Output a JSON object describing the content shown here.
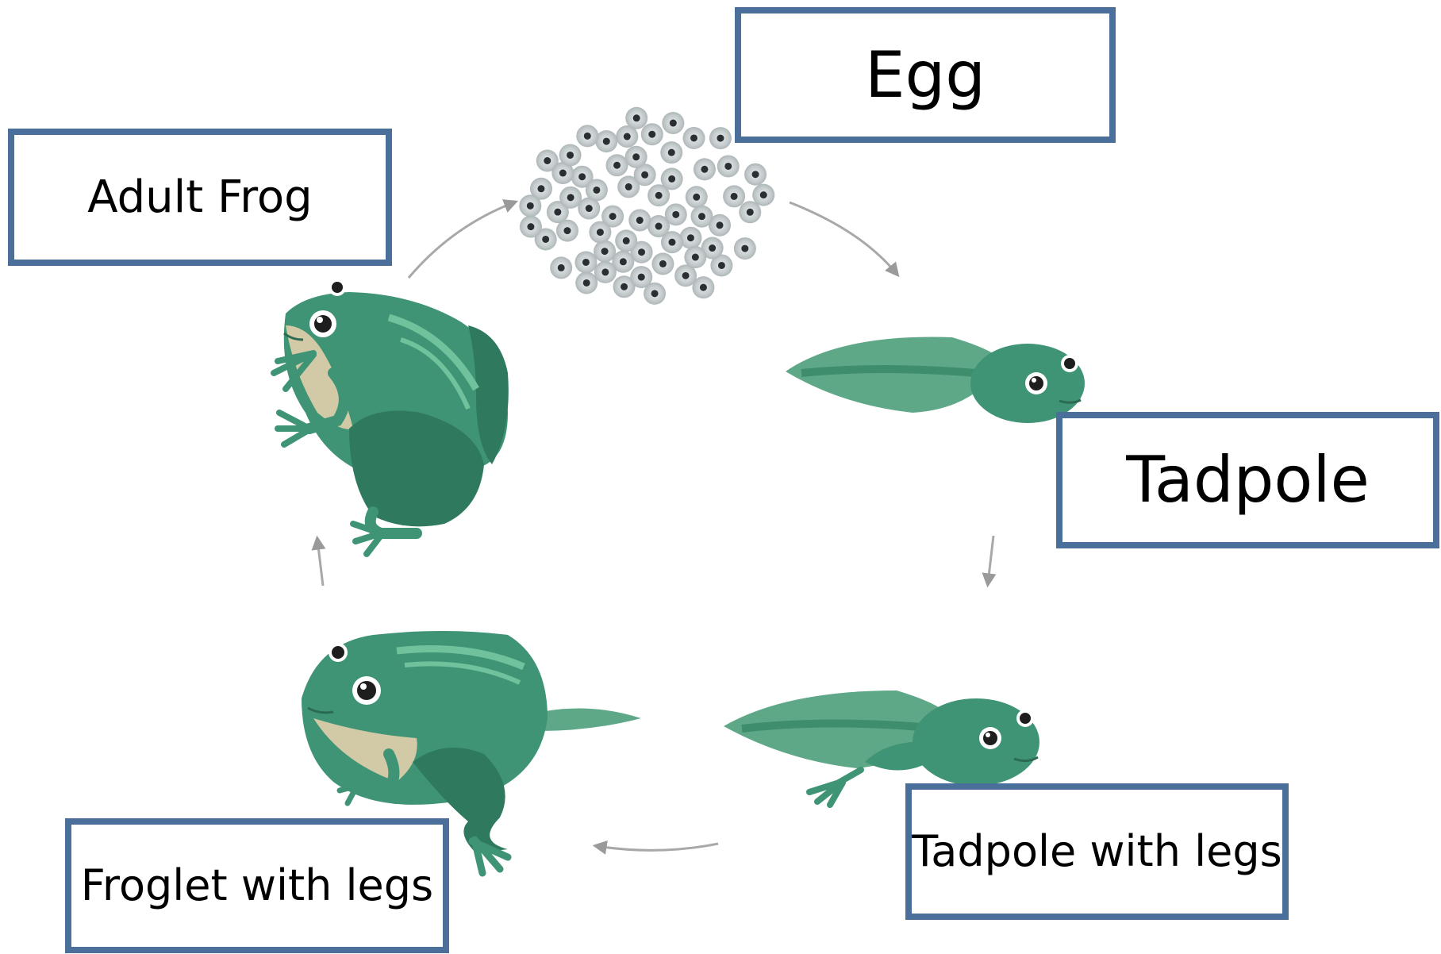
{
  "stages": {
    "egg": "Egg",
    "tadpole": "Tadpole",
    "tadpole_with_legs": "Tadpole with legs",
    "froglet_with_legs": "Froglet with legs",
    "adult_frog": "Adult Frog"
  },
  "colors": {
    "box_border": "#4A6F9B",
    "frog_body": "#3E9474",
    "frog_dark": "#2F7A5E",
    "frog_stripe": "#6FC29B",
    "frog_belly": "#D2C9A6",
    "tail_fin": "#5EA888",
    "egg_jelly": "#C9CFD0",
    "egg_core": "#2A2F33",
    "arrow": "#A8A8A8"
  }
}
